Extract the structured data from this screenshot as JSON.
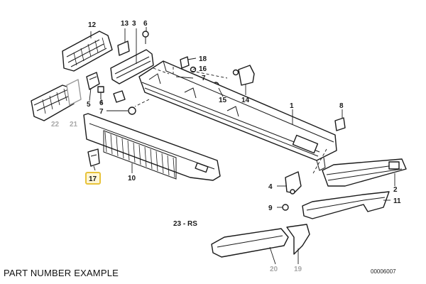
{
  "caption": "PART NUMBER EXAMPLE",
  "drawing_code": "00006007",
  "highlight_color": "#e8c33a",
  "callouts": {
    "c1": "1",
    "c2": "2",
    "c3": "3",
    "c4": "4",
    "c5": "5",
    "c6a": "6",
    "c6b": "6",
    "c7a": "7",
    "c7b": "7",
    "c8": "8",
    "c9": "9",
    "c10": "10",
    "c11": "11",
    "c12": "12",
    "c13": "13",
    "c14": "14",
    "c15": "15",
    "c16": "16",
    "c17": "17",
    "c18": "18",
    "c19": "19",
    "c20": "20",
    "c21": "21",
    "c22": "22",
    "c23": "23 - RS"
  }
}
